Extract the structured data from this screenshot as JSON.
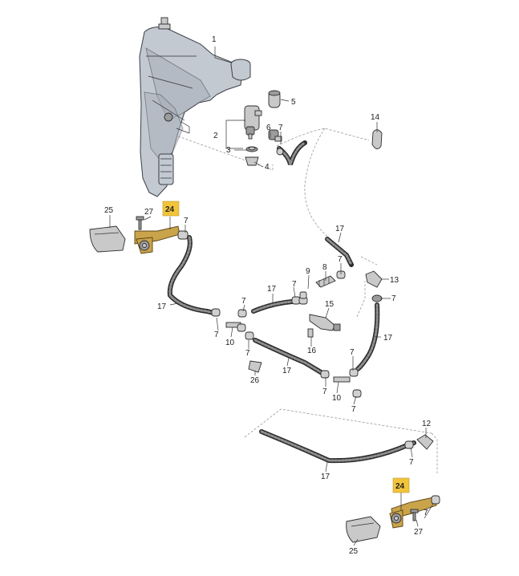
{
  "diagram": {
    "callouts": {
      "c1": "1",
      "c2": "2",
      "c3": "3",
      "c4": "4",
      "c5": "5",
      "c6": "6",
      "c7a": "7",
      "c14": "14",
      "c25a": "25",
      "c27a": "27",
      "c24a": "24",
      "c7b": "7",
      "c17a": "17",
      "c7c": "7",
      "c8": "8",
      "c9": "9",
      "c7d": "7",
      "c17b": "17",
      "c7e": "7",
      "c13": "13",
      "c7f": "7",
      "c17c": "17",
      "c15": "15",
      "c16": "16",
      "c17d": "17",
      "c7g": "7",
      "c10a": "10",
      "c7h": "7",
      "c26": "26",
      "c17e": "17",
      "c7i": "7",
      "c7j": "7",
      "c10b": "10",
      "c7k": "7",
      "c12": "12",
      "c7l": "7",
      "c17f": "17",
      "c24b": "24",
      "c7m": "7",
      "c27b": "27",
      "c25b": "25"
    },
    "colors": {
      "highlight": "#f2c43a",
      "tank": "#c3c9d1",
      "hose": "#2c2c2c",
      "nozzle": "#c9a44b"
    }
  }
}
